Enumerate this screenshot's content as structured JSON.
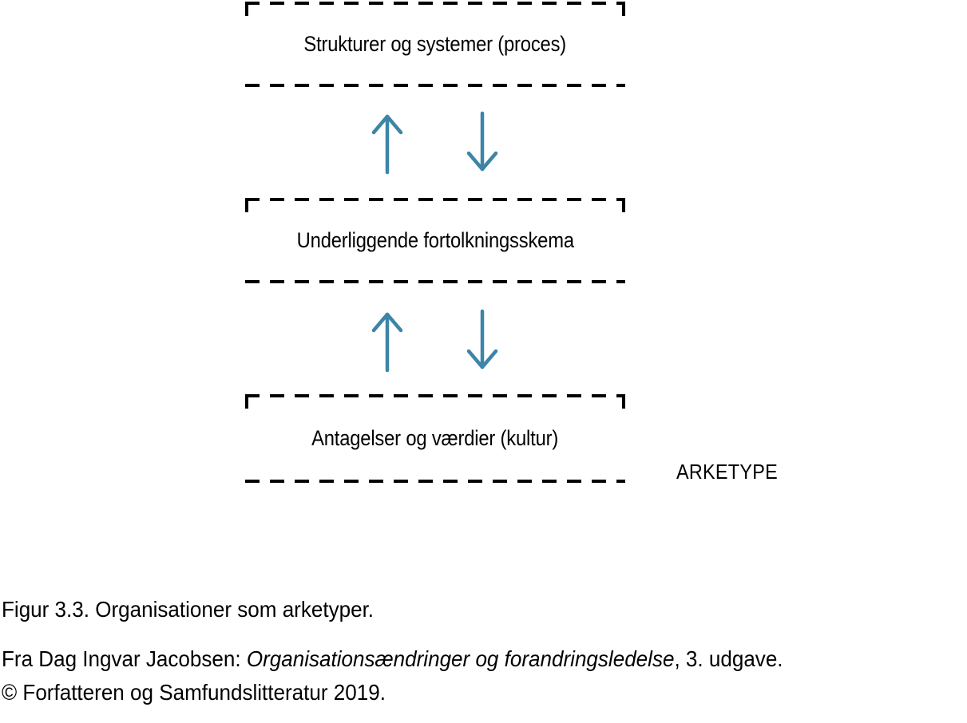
{
  "figure": {
    "boxes": [
      {
        "id": "structures",
        "label": "Strukturer og systemer (proces)"
      },
      {
        "id": "interpretation",
        "label": "Underliggende fortolkningsskema"
      },
      {
        "id": "assumptions",
        "label": "Antagelser og værdier (kultur)"
      }
    ],
    "archetype_label": "ARKETYPE",
    "arrows": {
      "up_icon": "arrow-up-icon",
      "down_icon": "arrow-down-icon",
      "color": "#3d85a8",
      "groups": 2,
      "per_group": 2
    },
    "border_color": "#000000",
    "text_color": "#000000",
    "background": "#ffffff"
  },
  "caption": {
    "figure_line": "Figur 3.3. Organisationer som arketyper.",
    "source_prefix": "Fra Dag Ingvar Jacobsen: ",
    "source_title": "Organisationsændringer og forandringsledelse",
    "source_suffix": ", 3. udgave.",
    "copyright_line": "© Forfatteren og Samfundslitteratur 2019."
  }
}
